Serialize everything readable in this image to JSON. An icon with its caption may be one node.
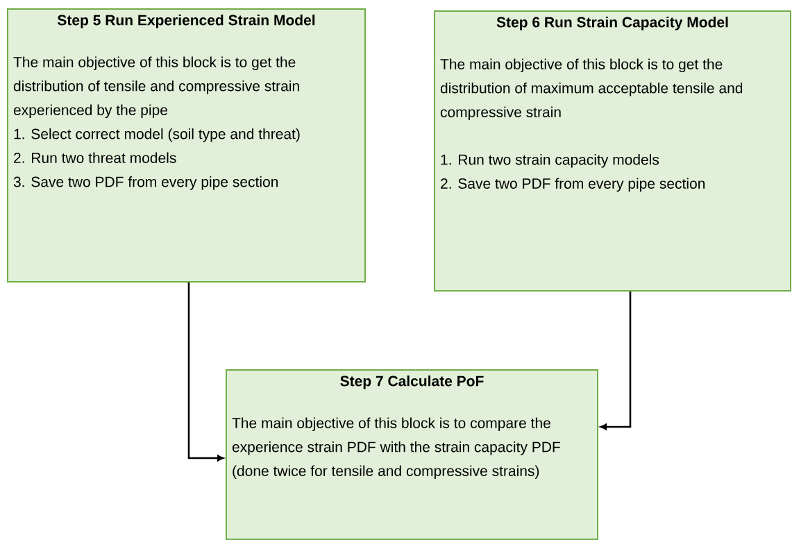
{
  "diagram": {
    "nodes": [
      {
        "text": [
          "Step 5 Run Experienced Strain Model",
          "The main objective of this block is to get the distribution of tensile and compressive strain experienced by the pipe",
          "1. Select correct model (soil type and threat)",
          "2. Run two threat models",
          "3. Save two PDF from every pipe section"
        ]
      },
      {
        "text": [
          "Step 6 Run Strain Capacity Model",
          "The main objective of this block is to get the distribution of maximum acceptable tensile and compressive strain",
          "1. Run two strain capacity models",
          "2. Save two PDF from every pipe section"
        ]
      },
      {
        "text": [
          "Step 7 Calculate PoF",
          "The main objective of this block is to compare the experience strain PDF with the strain capacity PDF (done twice for tensile and compressive strains)"
        ]
      }
    ],
    "edges": [
      {
        "from": 0,
        "to": 2,
        "arrow": "to"
      },
      {
        "from": 1,
        "to": 2,
        "arrow": "to"
      }
    ]
  }
}
